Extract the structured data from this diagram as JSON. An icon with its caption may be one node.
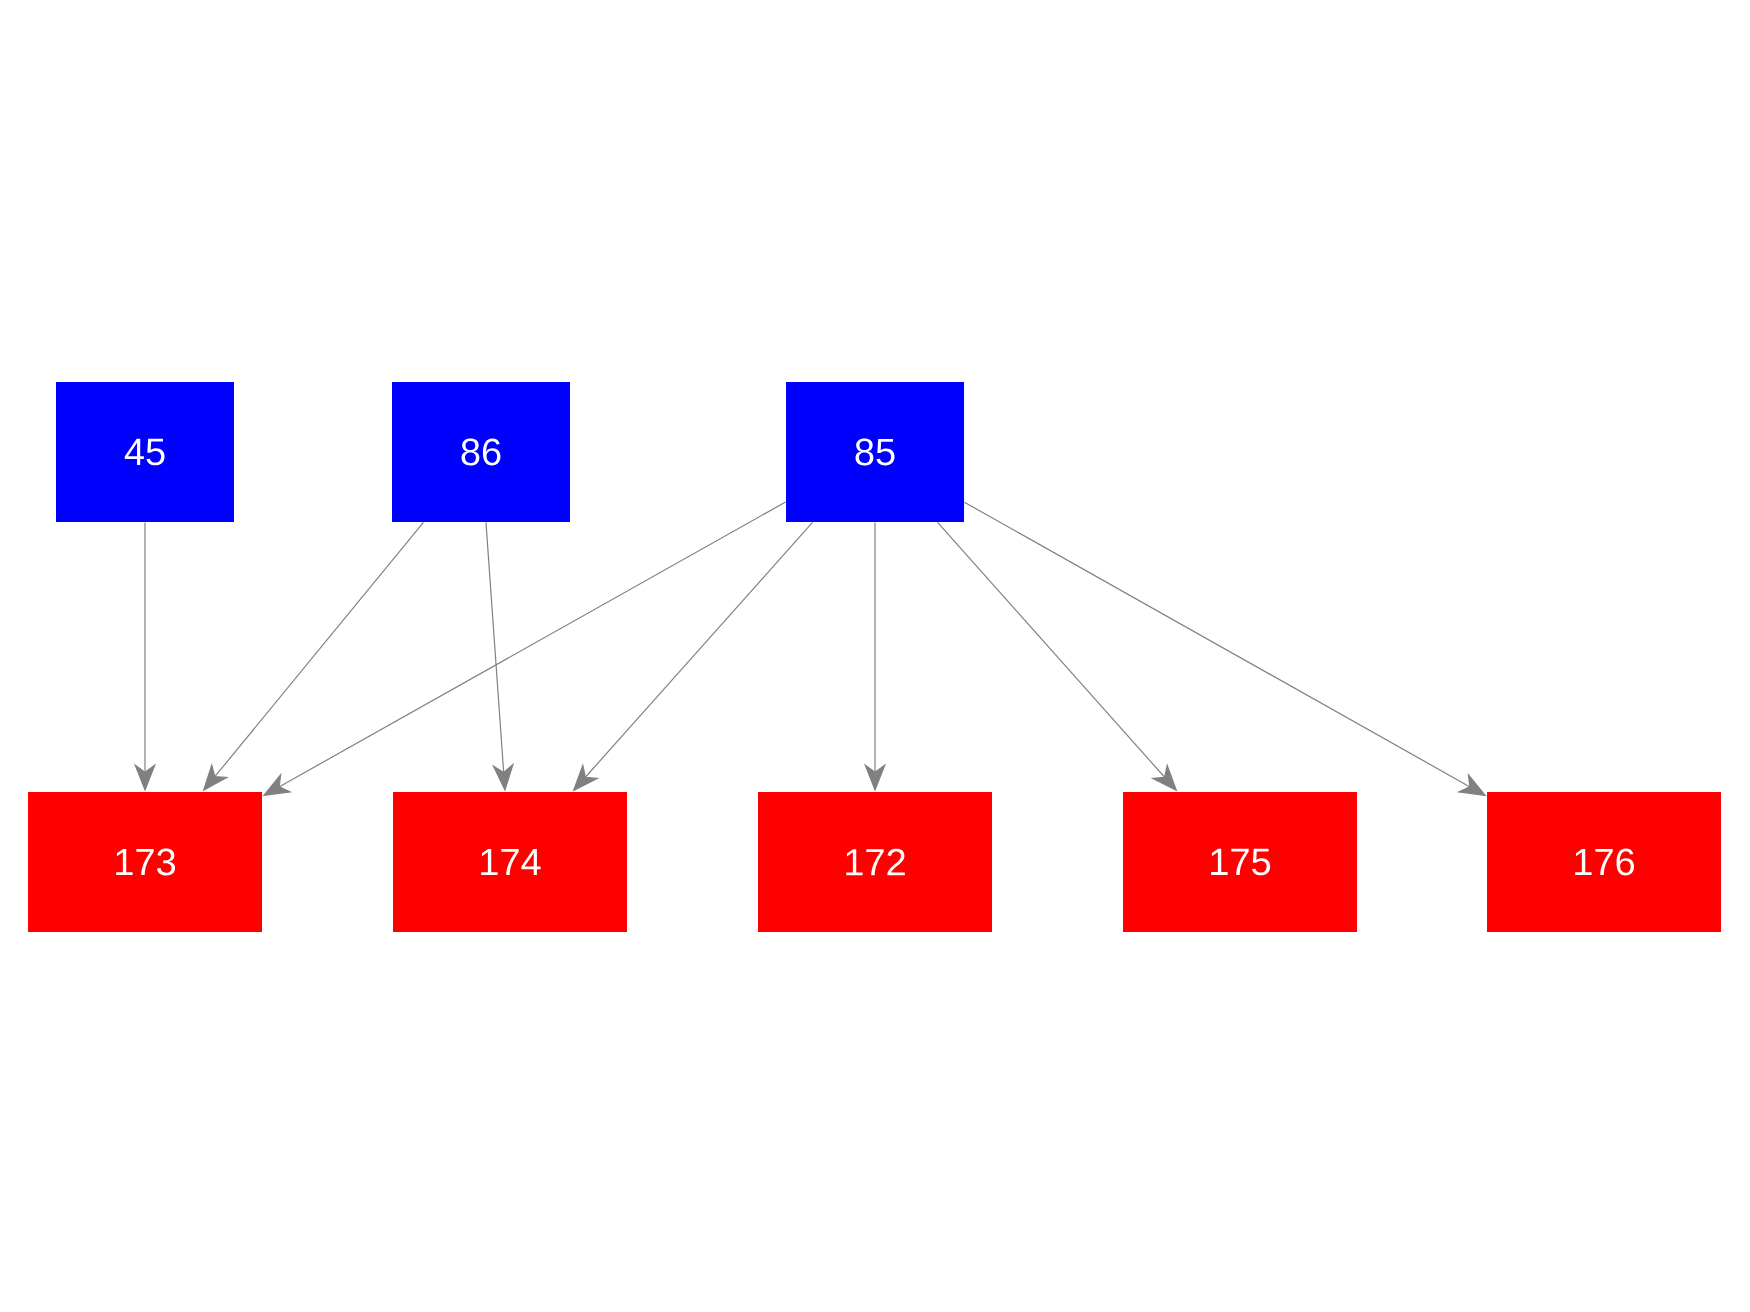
{
  "diagram": {
    "nodes": [
      {
        "text": [
          "45"
        ]
      },
      {
        "text": [
          "86"
        ]
      },
      {
        "text": [
          "85"
        ]
      },
      {
        "text": [
          "173"
        ]
      },
      {
        "text": [
          "174"
        ]
      },
      {
        "text": [
          "172"
        ]
      },
      {
        "text": [
          "175"
        ]
      },
      {
        "text": [
          "176"
        ]
      }
    ],
    "edges": [
      {
        "from": 0,
        "to": 3,
        "arrow": "to"
      },
      {
        "from": 1,
        "to": 3,
        "arrow": "to"
      },
      {
        "from": 1,
        "to": 4,
        "arrow": "to"
      },
      {
        "from": 2,
        "to": 3,
        "arrow": "to"
      },
      {
        "from": 2,
        "to": 4,
        "arrow": "to"
      },
      {
        "from": 2,
        "to": 5,
        "arrow": "to"
      },
      {
        "from": 2,
        "to": 6,
        "arrow": "to"
      },
      {
        "from": 2,
        "to": 7,
        "arrow": "to"
      }
    ]
  }
}
